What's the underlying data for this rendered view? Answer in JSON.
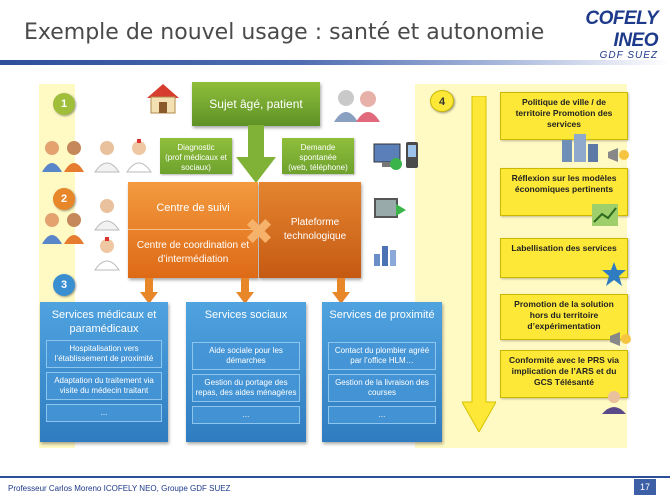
{
  "header": {
    "title": "Exemple de nouvel usage : santé et autonomie",
    "logo_main": "COFELY INEO",
    "logo_sub": "GDF SUEZ"
  },
  "steps": {
    "one": "1",
    "two": "2",
    "three": "3",
    "four": "4"
  },
  "center": {
    "subject": "Sujet âgé, patient",
    "diagnostic": "Diagnostic",
    "diagnostic_sub": "(prof médicaux et sociaux)",
    "demande": "Demande spontanée",
    "demande_sub": "(web, téléphone)",
    "suivi": "Centre de suivi",
    "coordination": "Centre de coordination et d’intermédiation",
    "plateforme": "Plateforme technologique"
  },
  "services": [
    {
      "title": "Services médicaux et paramédicaux",
      "items": [
        "Hospitalisation vers l’établissement de proximité",
        "Adaptation du traitement via visite du médecin traitant",
        "..."
      ]
    },
    {
      "title": "Services sociaux",
      "items": [
        "Aide sociale pour les démarches",
        "Gestion du portage des repas, des aides ménagères",
        "..."
      ]
    },
    {
      "title": "Services de proximité",
      "items": [
        "Contact du plombier agréé par l’office HLM…",
        "Gestion de la livraison des courses",
        "..."
      ]
    }
  ],
  "right_boxes": [
    "Politique de ville / de territoire Promotion des services",
    "Réflexion sur les modèles économiques pertinents",
    "Labellisation des services",
    "Promotion de la solution hors du territoire d’expérimentation",
    "Conformité avec le PRS via implication de l’ARS et du GCS Télésanté"
  ],
  "footer": {
    "credit": "Professeur Carlos Moreno ICOFELY NEO, Groupe GDF SUEZ",
    "page": "17"
  },
  "colors": {
    "green": "#6ea22e",
    "orange": "#e8862a",
    "blue": "#3a8fd1",
    "yellow": "#fde838",
    "title_rule": "#2d4f9a"
  }
}
